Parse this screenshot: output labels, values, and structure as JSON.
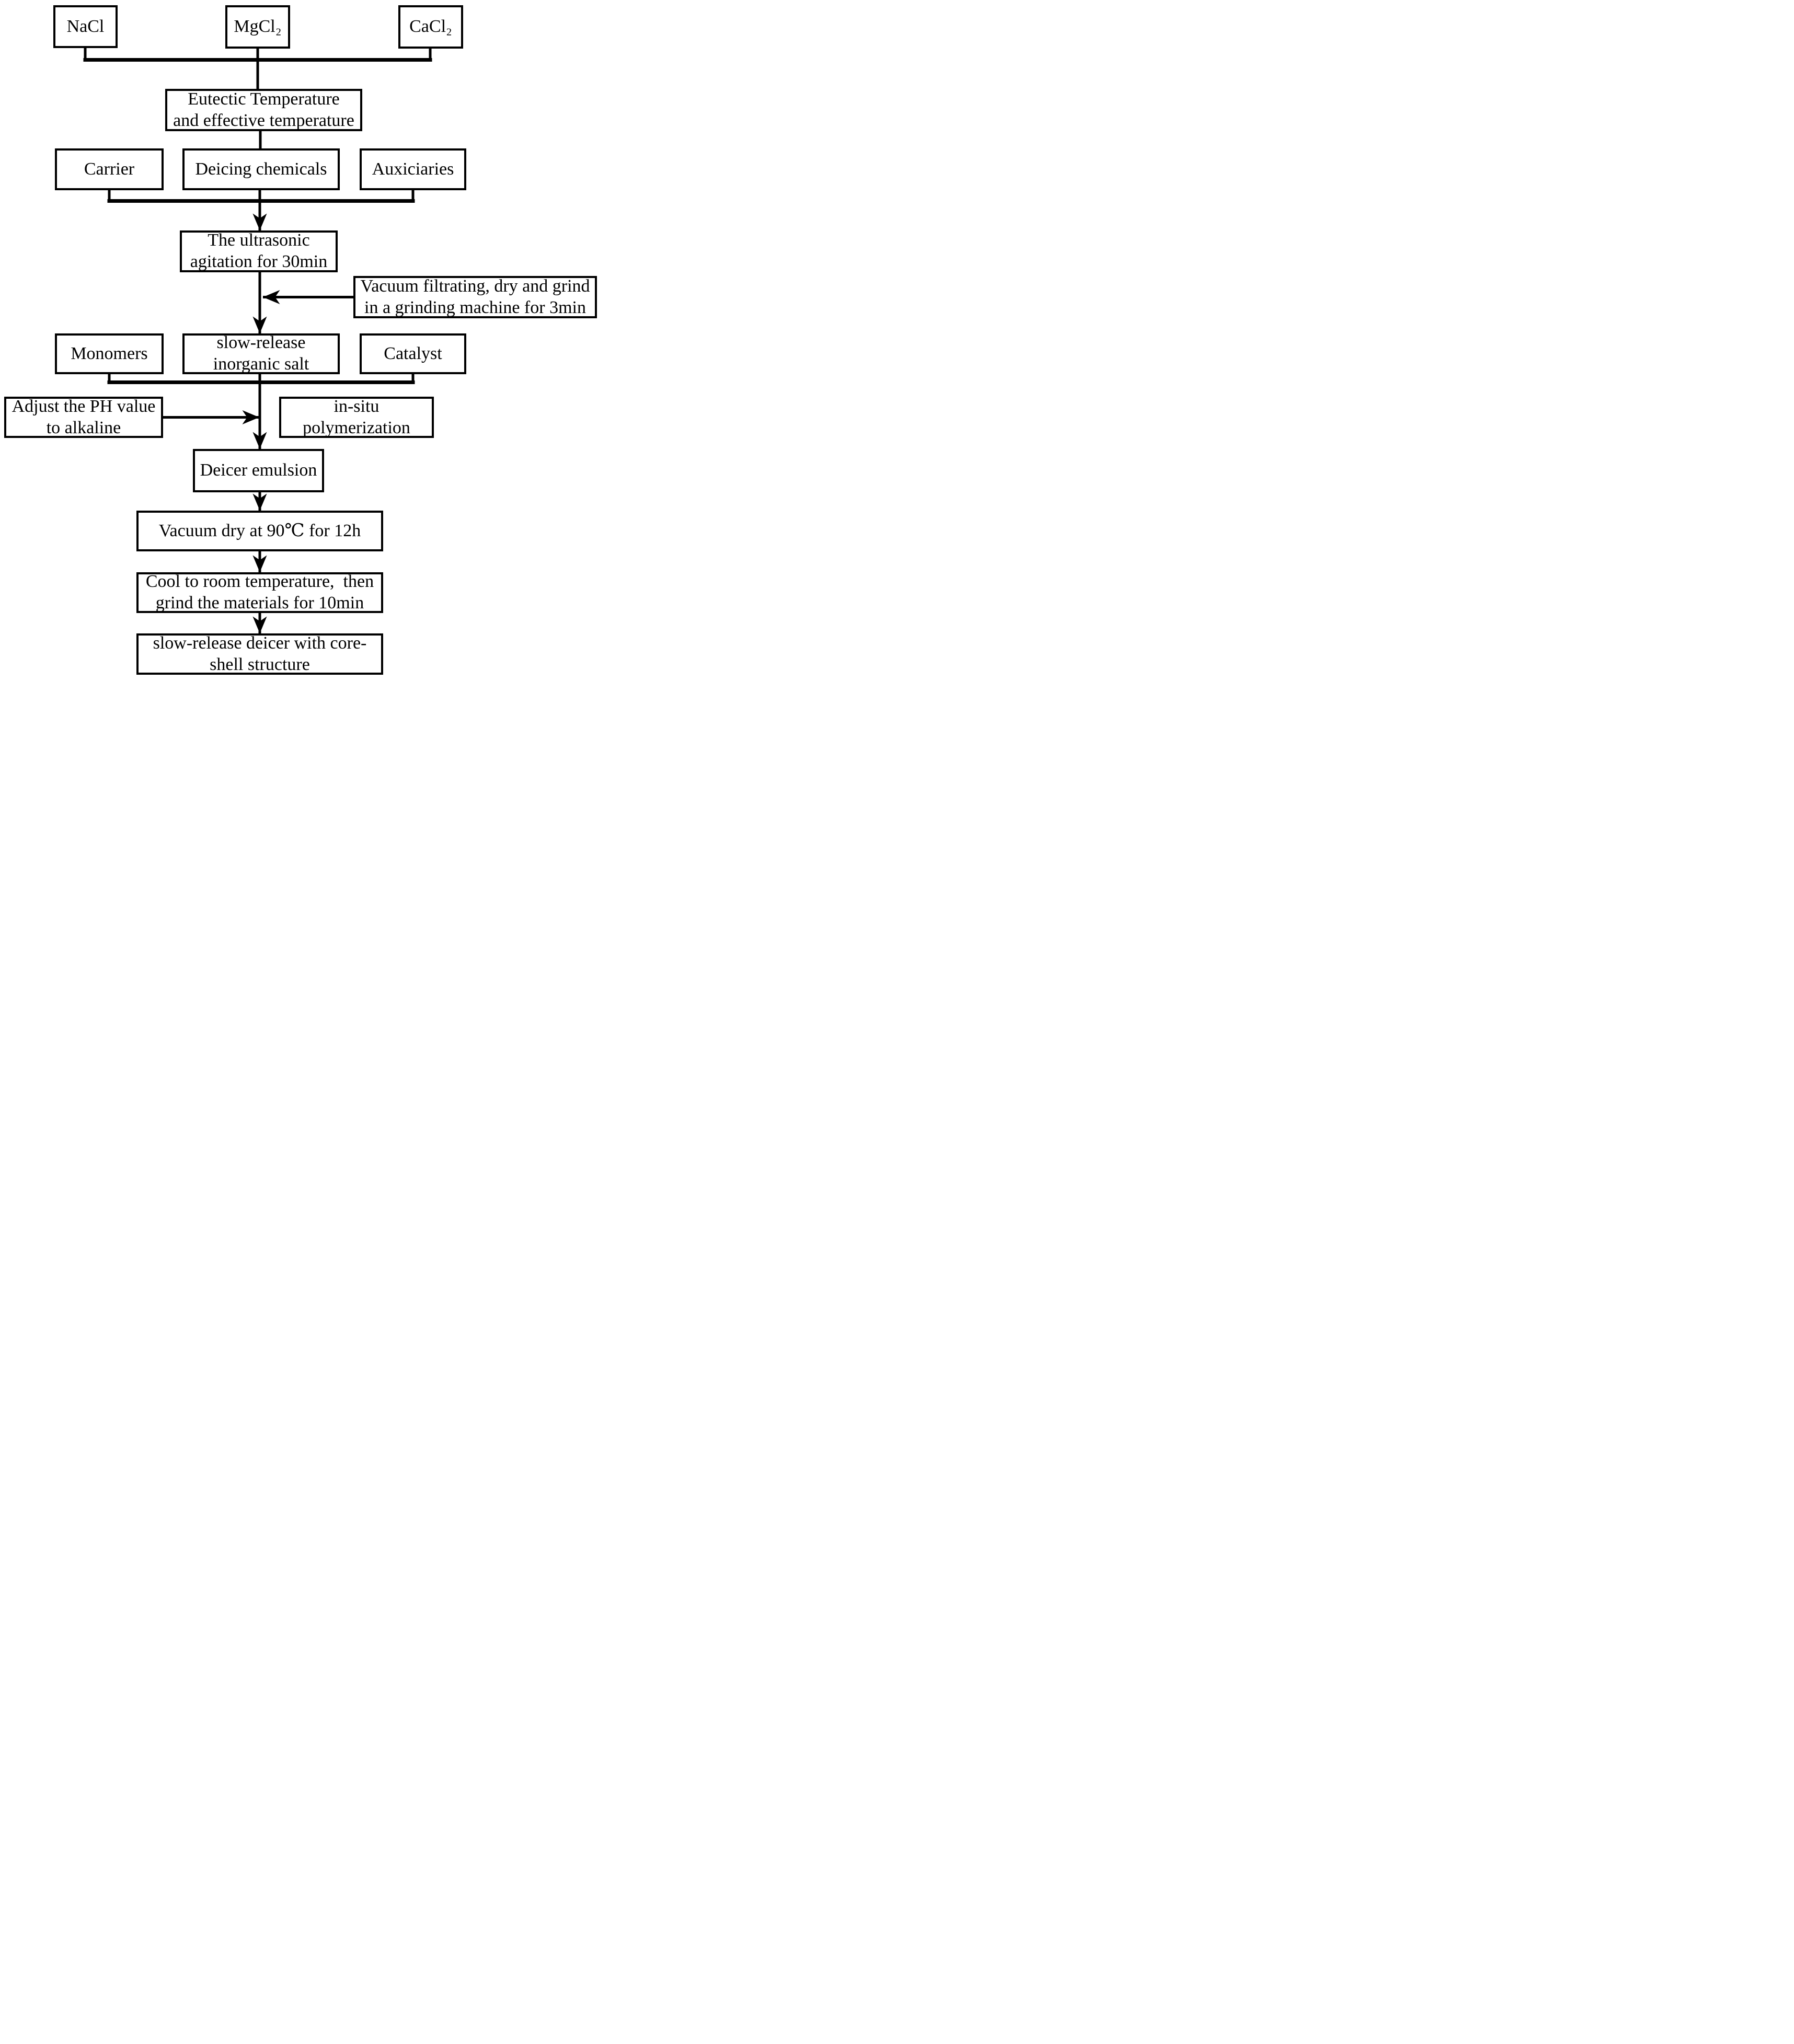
{
  "figure": {
    "type": "flowchart",
    "background_color": "#ffffff",
    "line_color": "#000000",
    "text_color": "#000000"
  },
  "nodes": {
    "nacl": {
      "label": "NaCl"
    },
    "mgcl2": {
      "label": "MgCl₂"
    },
    "cacl2": {
      "label": "CaCl₂"
    },
    "eutectic": {
      "label": "Eutectic Temperature\nand effective temperature"
    },
    "carrier": {
      "label": "Carrier"
    },
    "deicing": {
      "label": "Deicing chemicals"
    },
    "auxiciaries": {
      "label": "Auxiciaries"
    },
    "ultrasonic": {
      "label": "The ultrasonic\nagitation for 30min"
    },
    "vacuum_filtrating": {
      "label": "Vacuum filtrating, dry and grind\nin a grinding machine for 3min"
    },
    "monomers": {
      "label": "Monomers"
    },
    "slow_release_salt": {
      "label": "slow-release\ninorganic salt"
    },
    "catalyst": {
      "label": "Catalyst"
    },
    "adjust_ph": {
      "label": "Adjust the PH value\nto alkaline"
    },
    "in_situ": {
      "label": "in-situ\npolymerization"
    },
    "deicer_emulsion": {
      "label": "Deicer emulsion"
    },
    "vacuum_dry": {
      "label": "Vacuum dry at 90℃ for 12h"
    },
    "cool_grind": {
      "label": "Cool to room temperature,  then\ngrind the materials for 10min"
    },
    "final_product": {
      "label": "slow-release deicer with core-\nshell structure"
    }
  },
  "edges": [
    {
      "from": [
        "nacl",
        "mgcl2",
        "cacl2"
      ],
      "to": "eutectic",
      "arrow": false
    },
    {
      "from": [
        "eutectic"
      ],
      "to": "deicing",
      "arrow": false
    },
    {
      "from": [
        "carrier",
        "deicing",
        "auxiciaries"
      ],
      "to": "ultrasonic",
      "arrow": true
    },
    {
      "from": [
        "ultrasonic"
      ],
      "to": "slow_release_salt",
      "arrow": true
    },
    {
      "from": [
        "vacuum_filtrating"
      ],
      "to": "slow_release_salt",
      "arrow": true
    },
    {
      "from": [
        "monomers",
        "slow_release_salt",
        "catalyst"
      ],
      "to": "deicer_emulsion",
      "arrow": true
    },
    {
      "from": [
        "adjust_ph"
      ],
      "to": "deicer_emulsion",
      "arrow": true
    },
    {
      "from": [
        "deicer_emulsion"
      ],
      "to": "vacuum_dry",
      "arrow": true
    },
    {
      "from": [
        "vacuum_dry"
      ],
      "to": "cool_grind",
      "arrow": true
    },
    {
      "from": [
        "cool_grind"
      ],
      "to": "final_product",
      "arrow": true
    }
  ]
}
